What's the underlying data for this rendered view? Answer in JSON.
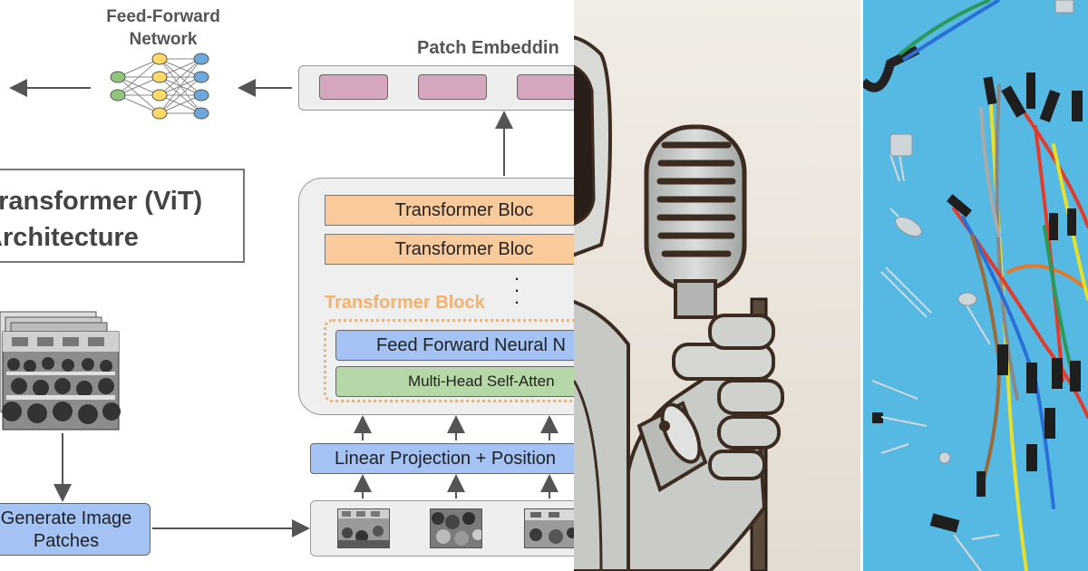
{
  "diagram": {
    "ffn_title_line1": "Feed-Forward",
    "ffn_title_line2": "Network",
    "patch_embedding_title": "Patch Embeddin",
    "architecture_title_line1": "Transformer (ViT)",
    "architecture_title_line2": "Architecture",
    "transformer_block_1": "Transformer Bloc",
    "transformer_block_2": "Transformer Bloc",
    "transformer_block_label": "Transformer Block",
    "feed_forward_nn": "Feed Forward Neural N",
    "multi_head_attention": "Multi-Head Self-Atten",
    "linear_projection": "Linear Projection + Position",
    "generate_patches_line1": "Generate Image",
    "generate_patches_line2": "Patches"
  },
  "colors": {
    "embedding_slot": "#d5a6bd",
    "transformer_block": "#f9cb9c",
    "transformer_label": "#f6b26b",
    "blue_box": "#a4c2f4",
    "green_box": "#b6d7a8",
    "nn_input_node": "#93c47d",
    "nn_hidden_node": "#ffd966",
    "nn_output_node": "#6fa8dc",
    "wire_panel_background": "#55b9e4",
    "robot_panel_background": "#efe9e1"
  },
  "icons": {
    "neural_network": "neural-network-icon",
    "photo_stack": "classroom-photo-stack",
    "microphone": "vintage-microphone",
    "robot": "robot-hand",
    "wires": "jumper-wires"
  }
}
